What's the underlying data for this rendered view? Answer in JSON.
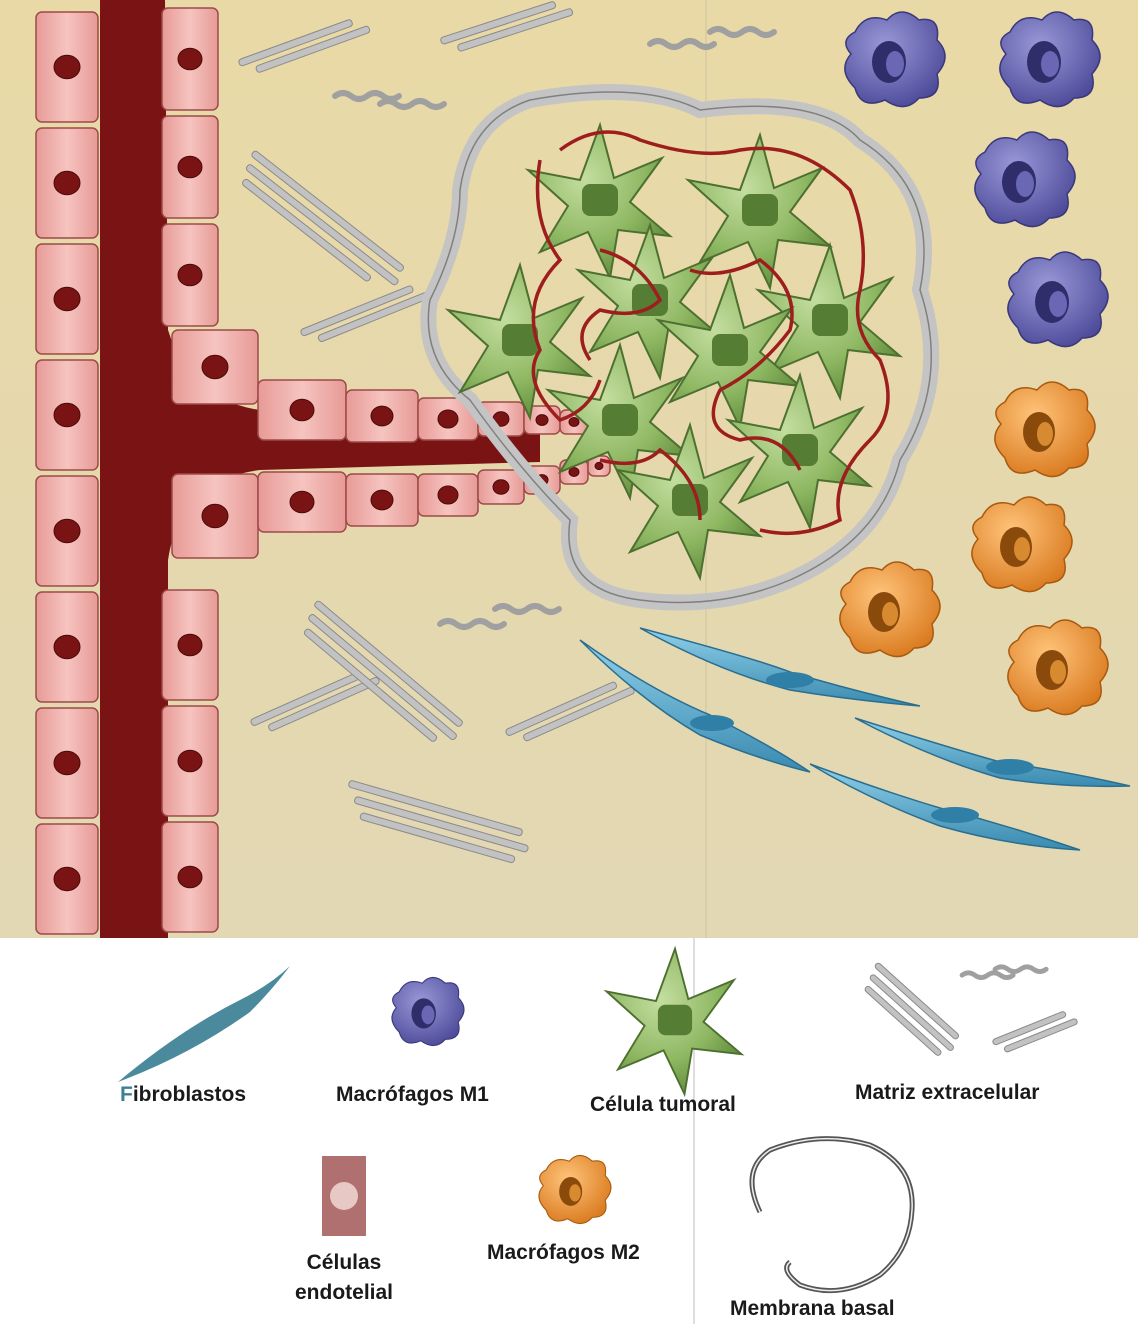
{
  "legend": {
    "fibroblasts": {
      "first_letter": "F",
      "rest": "ibroblastos",
      "color": "#4a8a9c"
    },
    "m1": {
      "label": "Macrófagos M1",
      "color": "#5c5aa8"
    },
    "tumor": {
      "label": "Célula tumoral",
      "color": "#7ea550"
    },
    "ecm": {
      "label": "Matriz extracelular",
      "color": "#b6b6b6"
    },
    "endothelial": {
      "line1": "Células",
      "line2": "endotelial",
      "color": "#b07070"
    },
    "m2": {
      "label": "Macrófagos M2",
      "color": "#e8932e"
    },
    "membrane": {
      "label": "Membrana basal",
      "color": "#555555"
    }
  },
  "colors": {
    "background": "#e6d6a8",
    "vessel": "#7a1414",
    "endothelial_cell": "#efb1ad",
    "tumor_cell": "#8fb863",
    "m1_cell": "#6563b0",
    "m2_cell": "#ee9a38",
    "fibroblast": "#5aaed0",
    "fiber": "#b8b8b8",
    "membrane": "#c8c8c8"
  }
}
